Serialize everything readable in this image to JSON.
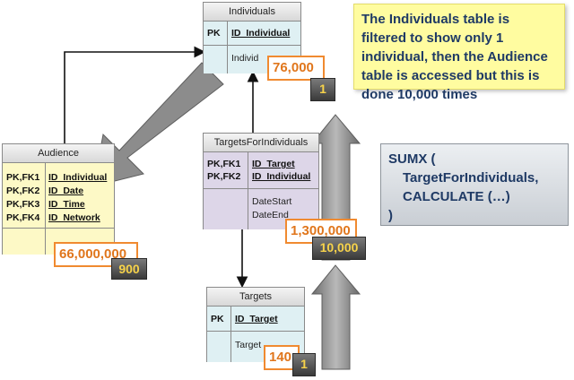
{
  "individuals": {
    "title": "Individuals",
    "pk": "PK",
    "col_id": "ID_Individual",
    "col_more": "Individ",
    "count": "76,000",
    "filtered": "1"
  },
  "audience": {
    "title": "Audience",
    "keys": [
      "PK,FK1",
      "PK,FK2",
      "PK,FK3",
      "PK,FK4"
    ],
    "cols": [
      "ID_Individual",
      "ID_Date",
      "ID_Time",
      "ID_Network"
    ],
    "count": "66,000,000",
    "filtered": "900"
  },
  "targets_for_individuals": {
    "title": "TargetsForIndividuals",
    "keys": [
      "PK,FK1",
      "PK,FK2"
    ],
    "cols": [
      "ID_Target",
      "ID_Individual"
    ],
    "extra": [
      "DateStart",
      "DateEnd"
    ],
    "count": "1,300,000",
    "filtered": "10,000"
  },
  "targets": {
    "title": "Targets",
    "pk": "PK",
    "col_id": "ID_Target",
    "col_more": "Target",
    "count": "140",
    "filtered": "1"
  },
  "note": {
    "text": "The Individuals table is filtered to show only 1 individual, then the Audience table is accessed but this is done 10,000 times"
  },
  "code": {
    "lines": [
      "SUMX (",
      "TargetForIndividuals,",
      "CALCULATE (…)",
      ")"
    ]
  },
  "colors": {
    "orange_border": "#f08a30",
    "yellow_text": "#f7d34a",
    "navy_text": "#1f3a65",
    "blue_fill": "#dff0f3",
    "yellow_fill": "#fdf9c6",
    "purple_fill": "#ddd6e8"
  }
}
